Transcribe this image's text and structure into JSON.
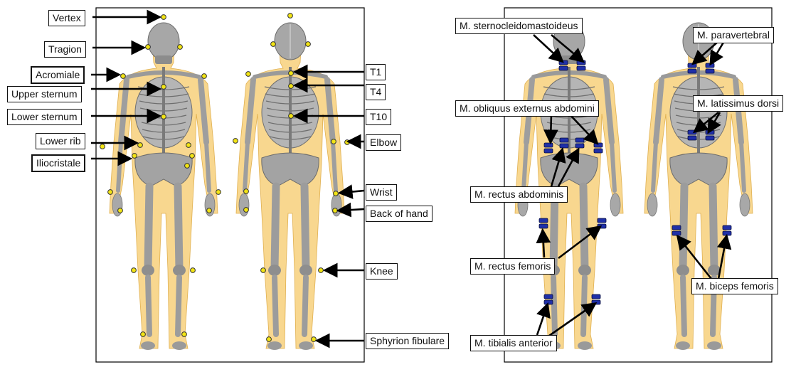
{
  "left_panel": {
    "landmarks": [
      {
        "key": "vertex",
        "label": "Vertex"
      },
      {
        "key": "tragion",
        "label": "Tragion"
      },
      {
        "key": "acromiale",
        "label": "Acromiale"
      },
      {
        "key": "upper_sternum",
        "label": "Upper sternum"
      },
      {
        "key": "lower_sternum",
        "label": "Lower sternum"
      },
      {
        "key": "lower_rib",
        "label": "Lower rib"
      },
      {
        "key": "iliocristale",
        "label": "Iliocristale"
      },
      {
        "key": "t1",
        "label": "T1"
      },
      {
        "key": "t4",
        "label": "T4"
      },
      {
        "key": "t10",
        "label": "T10"
      },
      {
        "key": "elbow",
        "label": "Elbow"
      },
      {
        "key": "wrist",
        "label": "Wrist"
      },
      {
        "key": "back_of_hand",
        "label": "Back of hand"
      },
      {
        "key": "knee",
        "label": "Knee"
      },
      {
        "key": "sphyrion_fibulare",
        "label": "Sphyrion fibulare"
      }
    ]
  },
  "right_panel": {
    "muscles": [
      {
        "key": "sternocleidomastoideus",
        "label": "M. sternocleidomastoideus"
      },
      {
        "key": "paravertebral",
        "label": "M. paravertebral"
      },
      {
        "key": "obliquus",
        "label": "M. obliquus externus abdomini"
      },
      {
        "key": "latissimus",
        "label": "M. latissimus dorsi"
      },
      {
        "key": "rectus_abdominis",
        "label": "M. rectus abdominis"
      },
      {
        "key": "rectus_femoris",
        "label": "M. rectus femoris"
      },
      {
        "key": "biceps_femoris",
        "label": "M. biceps femoris"
      },
      {
        "key": "tibialis",
        "label": "M. tibialis anterior"
      }
    ]
  },
  "colors": {
    "skin": "#f6c96a",
    "bone": "#a9a9a9",
    "marker": "#f2e415",
    "electrode": "#1f2fa8",
    "frame": "#000000"
  }
}
